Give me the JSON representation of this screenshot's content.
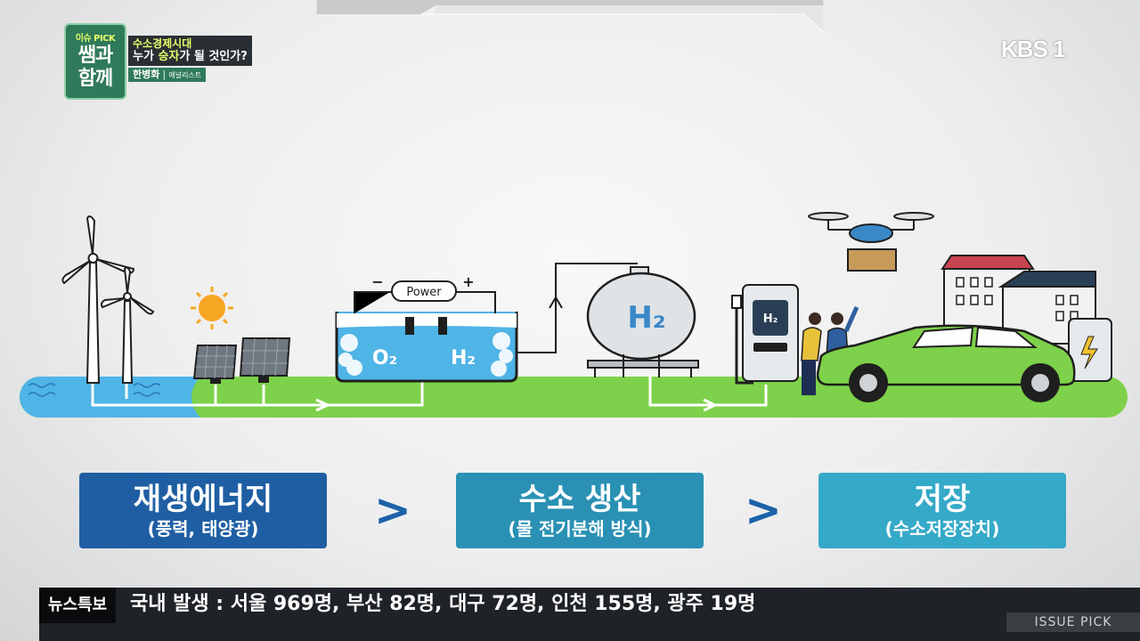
{
  "badge": {
    "top": "이슈 PICK",
    "line1": "쌤과",
    "line2": "함께"
  },
  "topic": {
    "line1": "수소경제시대",
    "line2_pre": "누가 ",
    "line2_hl": "승자",
    "line2_post": "가 될 것인가?"
  },
  "guest": {
    "name": "한병화",
    "role": "애널리스트"
  },
  "channel_logo": "KBS 1",
  "illustration": {
    "power_label": "Power",
    "minus": "−",
    "plus": "+",
    "o2": "O₂",
    "h2_tank": "H₂",
    "h2_small": "H₂"
  },
  "steps": [
    {
      "title": "재생에너지",
      "subtitle": "(풍력, 태양광)"
    },
    {
      "title": "수소 생산",
      "subtitle": "(물 전기분해 방식)"
    },
    {
      "title": "저장",
      "subtitle": "(수소저장장치)"
    }
  ],
  "arrow_glyph": ">",
  "ticker": {
    "label": "뉴스특보",
    "text": "국내 발생 : 서울 969명, 부산 82명, 대구 72명, 인천 155명, 광주 19명"
  },
  "issue_pick": "ISSUE PICK",
  "colors": {
    "step1": "#1f5ea3",
    "step2": "#2a91b4",
    "step3": "#35a9c8",
    "ground": "#7ed14a",
    "water": "#4fb4e6"
  }
}
